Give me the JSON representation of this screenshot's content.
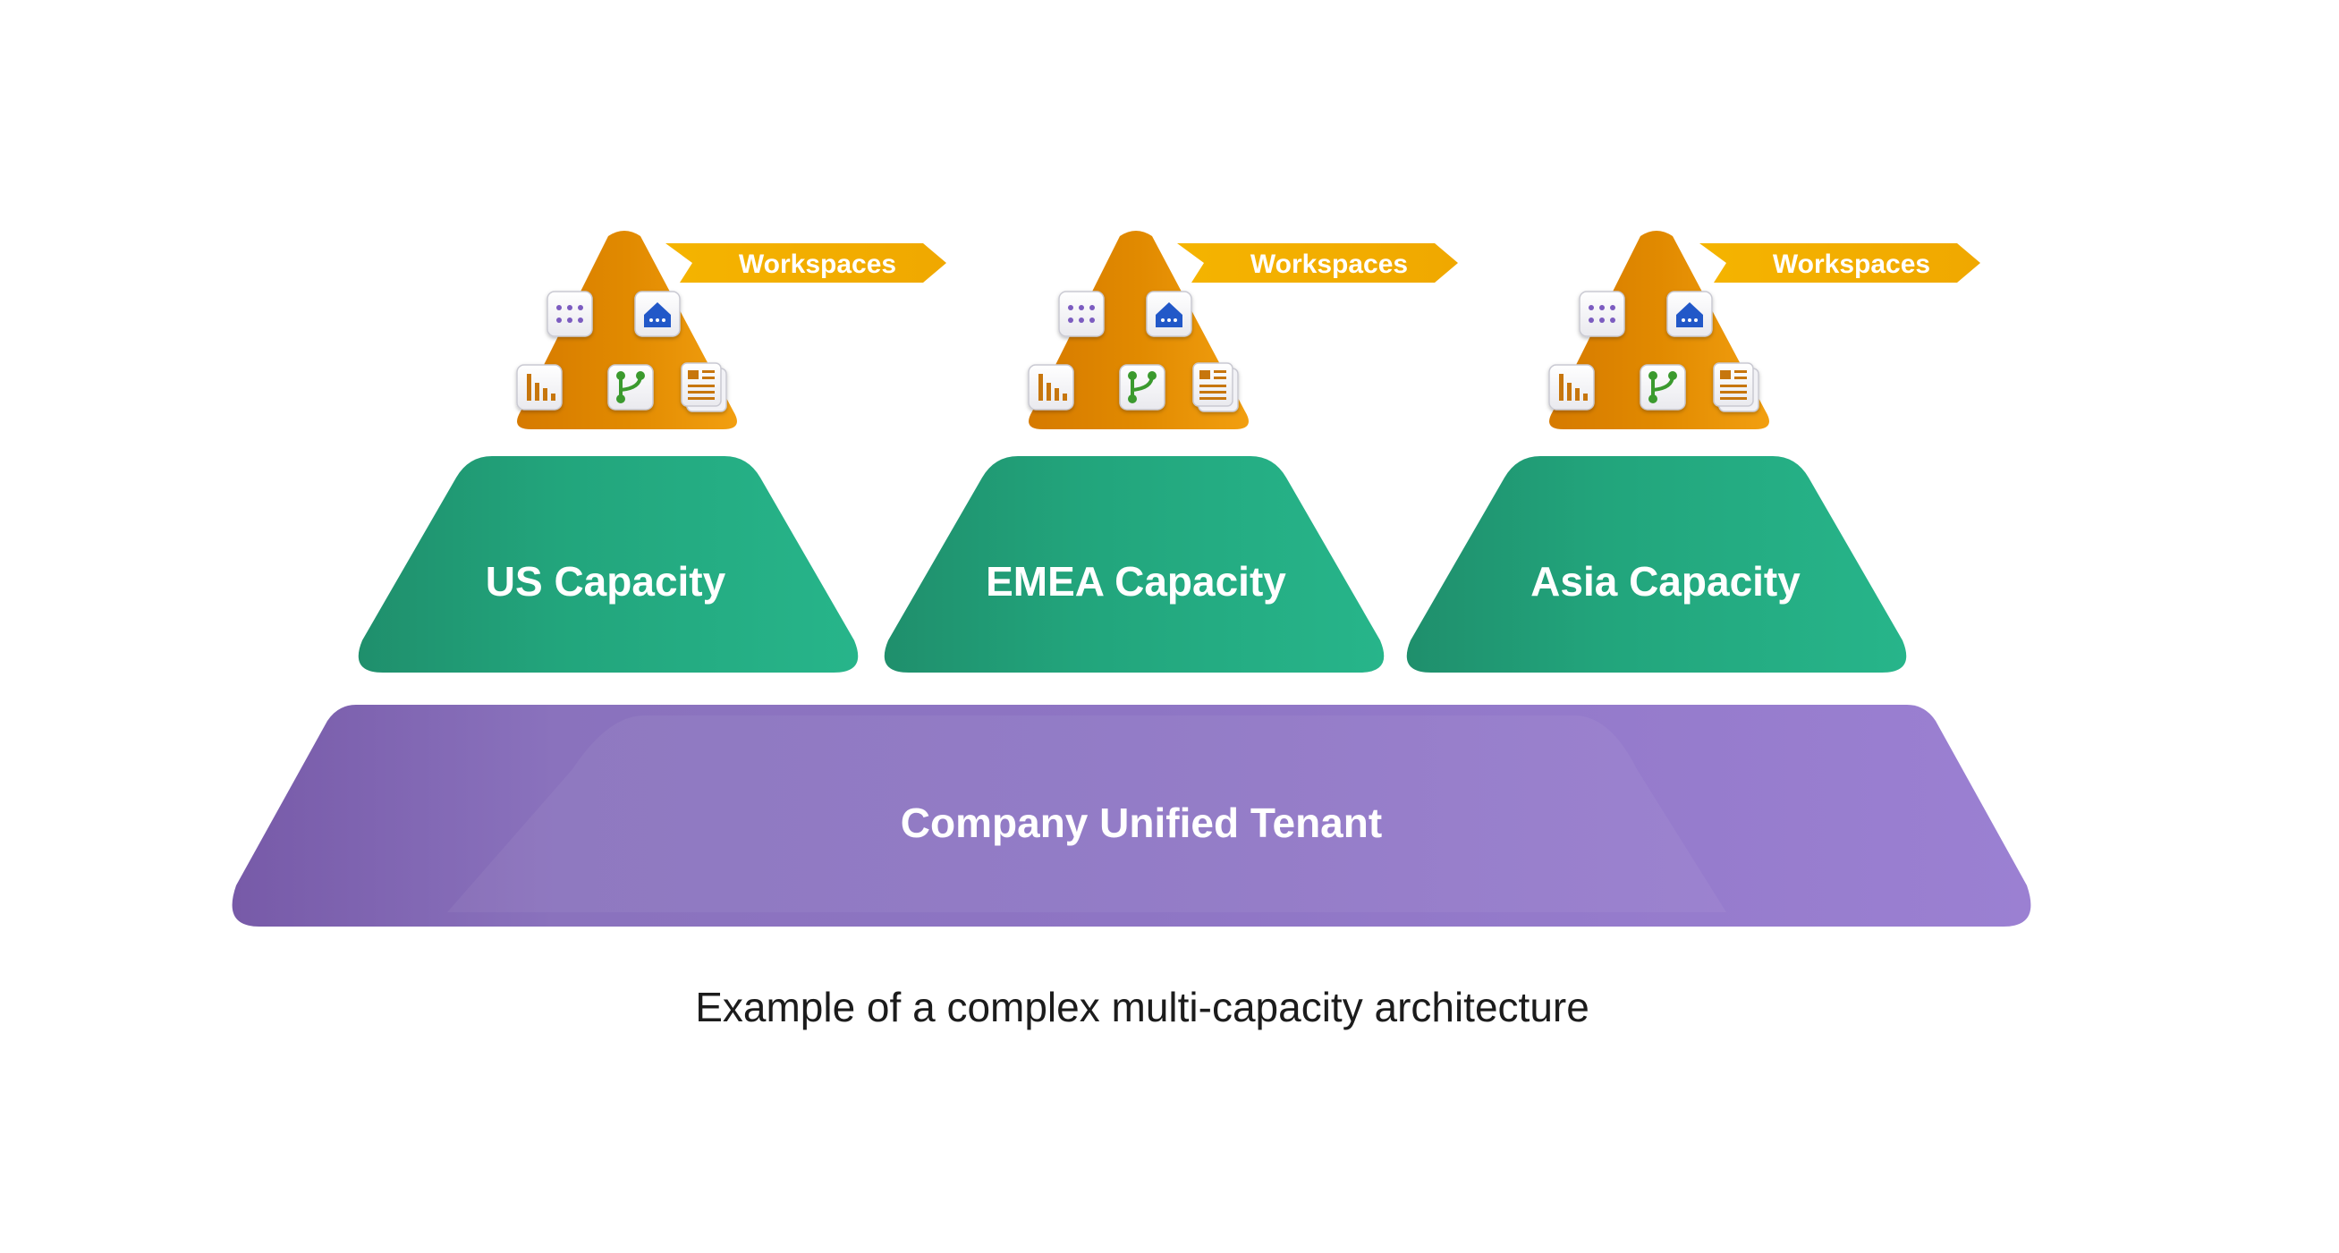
{
  "diagram": {
    "caption": "Example of a complex multi-capacity architecture",
    "tenant": {
      "label": "Company Unified Tenant"
    },
    "capacities": [
      {
        "label": "US Capacity",
        "workspace_tag": "Workspaces",
        "icons": [
          "grid-dots-icon",
          "lakehouse-icon",
          "bar-chart-icon",
          "pipeline-icon",
          "report-icon"
        ]
      },
      {
        "label": "EMEA Capacity",
        "workspace_tag": "Workspaces",
        "icons": [
          "grid-dots-icon",
          "lakehouse-icon",
          "bar-chart-icon",
          "pipeline-icon",
          "report-icon"
        ]
      },
      {
        "label": "Asia Capacity",
        "workspace_tag": "Workspaces",
        "icons": [
          "grid-dots-icon",
          "lakehouse-icon",
          "bar-chart-icon",
          "pipeline-icon",
          "report-icon"
        ]
      }
    ],
    "colors": {
      "tenant": "#8e72c4",
      "capacity": "#22a57e",
      "workspace_pyramid": "#e08a00",
      "workspace_tag": "#f3b400",
      "grid_icon": "#7b5cc0",
      "lakehouse_icon": "#2458c8",
      "chart_icon": "#c7760c",
      "pipeline_icon": "#3a9a2e",
      "report_icon": "#c7760c"
    }
  }
}
